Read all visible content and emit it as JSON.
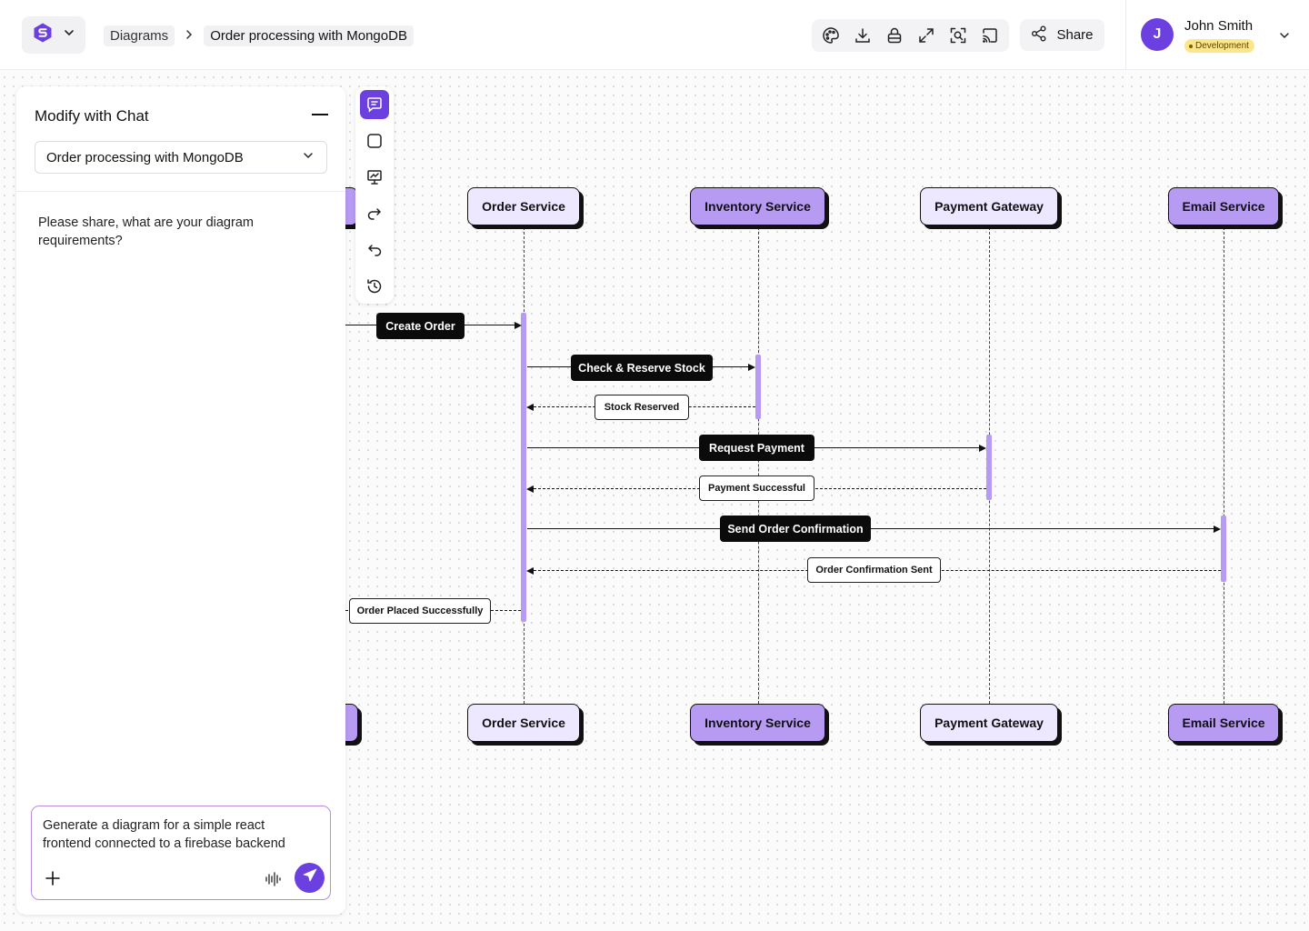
{
  "header": {
    "breadcrumb": [
      "Diagrams",
      "Order processing with MongoDB"
    ],
    "breadcrumb_separator": ">",
    "tools": [
      "palette-icon",
      "download-icon",
      "lock-icon",
      "expand-icon",
      "focus-icon",
      "cast-icon"
    ],
    "share_label": "Share",
    "user": {
      "initial": "J",
      "name": "John Smith",
      "environment": "Development"
    }
  },
  "chat": {
    "title": "Modify with Chat",
    "selected_diagram": "Order processing with MongoDB",
    "assistant_message": "Please share, what are your diagram requirements?",
    "input_value": "Generate a diagram for a simple react frontend connected to a firebase backend"
  },
  "toolbar": {
    "items": [
      "chat-icon",
      "shape-icon",
      "presentation-icon",
      "redo-icon",
      "undo-icon",
      "history-icon"
    ]
  },
  "diagram": {
    "actors": [
      "Order Service",
      "Inventory Service",
      "Payment Gateway",
      "Email Service"
    ],
    "messages": [
      {
        "label": "Create Order",
        "style": "request"
      },
      {
        "label": "Check & Reserve Stock",
        "style": "request"
      },
      {
        "label": "Stock Reserved",
        "style": "response"
      },
      {
        "label": "Request Payment",
        "style": "request"
      },
      {
        "label": "Payment Successful",
        "style": "response"
      },
      {
        "label": "Send Order Confirmation",
        "style": "request"
      },
      {
        "label": "Order Confirmation Sent",
        "style": "response"
      },
      {
        "label": "Order Placed Successfully",
        "style": "response"
      }
    ]
  },
  "colors": {
    "accent": "#6b3fe0",
    "actor_light": "#ede7ff",
    "actor_dark": "#b79af2",
    "activation": "#b69af3",
    "badge": "#fde68a"
  }
}
